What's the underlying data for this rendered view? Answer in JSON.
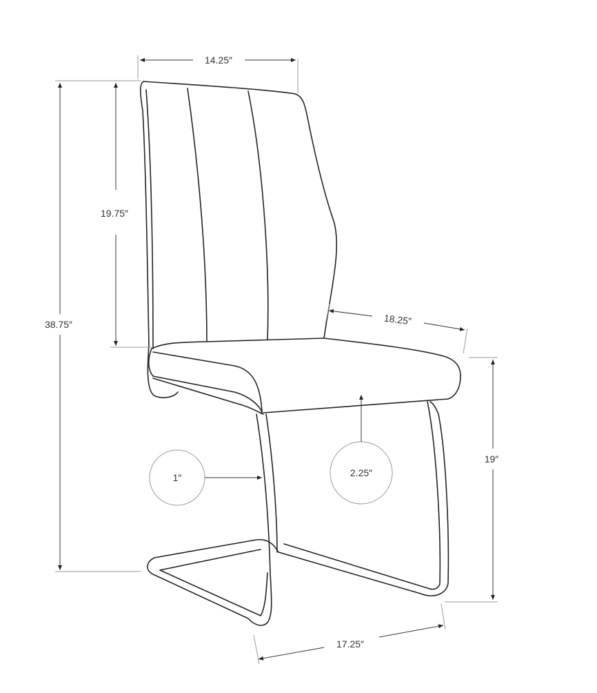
{
  "diagram": {
    "subject": "chair-dimensions",
    "dimensions": {
      "back_width": "14.25″",
      "back_height": "19.75″",
      "overall_height": "38.75″",
      "seat_depth": "18.25″",
      "seat_height": "19″",
      "frame_thickness": "1″",
      "seat_thickness": "2.25″",
      "base_depth": "17.25″"
    }
  }
}
